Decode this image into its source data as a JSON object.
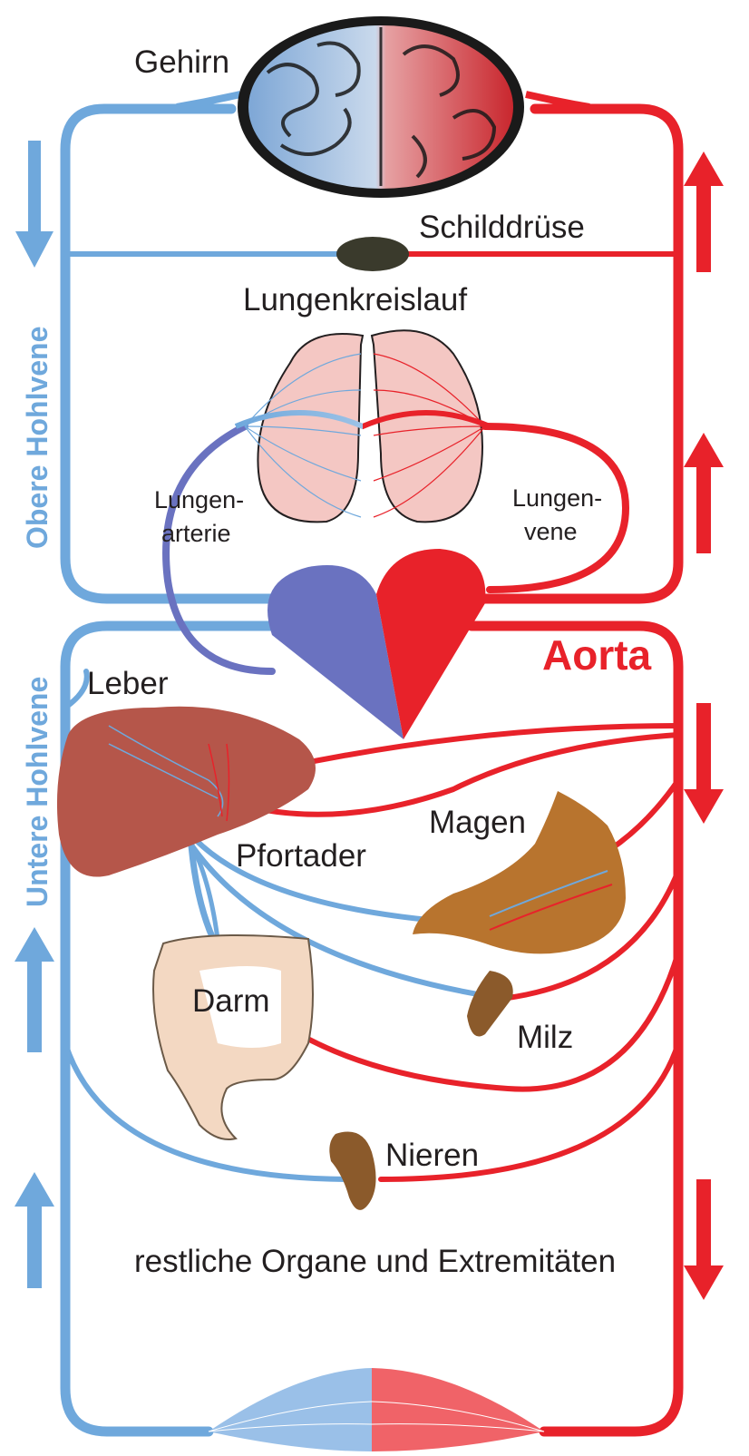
{
  "colors": {
    "venous": "#6fa8dc",
    "venous_dark": "#6a72c0",
    "arterial": "#e8222a",
    "text": "#231f20",
    "lung_fill": "#f4c7c3",
    "liver_fill": "#b5564a",
    "stomach_fill": "#b8742e",
    "kidney_fill": "#8b5a2b",
    "thyroid_fill": "#3a3a2c"
  },
  "labels": {
    "brain": "Gehirn",
    "thyroid": "Schilddrüse",
    "pulmonary_circuit": "Lungenkreislauf",
    "pulmonary_artery_1": "Lungen-",
    "pulmonary_artery_2": "arterie",
    "pulmonary_vein_1": "Lungen-",
    "pulmonary_vein_2": "vene",
    "superior_vena_cava": "Obere Hohlvene",
    "inferior_vena_cava": "Untere Hohlvene",
    "aorta": "Aorta",
    "liver": "Leber",
    "portal_vein": "Pfortader",
    "stomach": "Magen",
    "intestine": "Darm",
    "spleen": "Milz",
    "kidneys": "Nieren",
    "remaining": "restliche Organe und Extremitäten"
  },
  "icons": {
    "brain": "brain-icon",
    "thyroid": "thyroid-icon",
    "lungs": "lungs-icon",
    "heart": "heart-icon",
    "liver": "liver-icon",
    "stomach": "stomach-icon",
    "intestine": "intestine-icon",
    "spleen": "spleen-icon",
    "kidney": "kidney-icon"
  }
}
